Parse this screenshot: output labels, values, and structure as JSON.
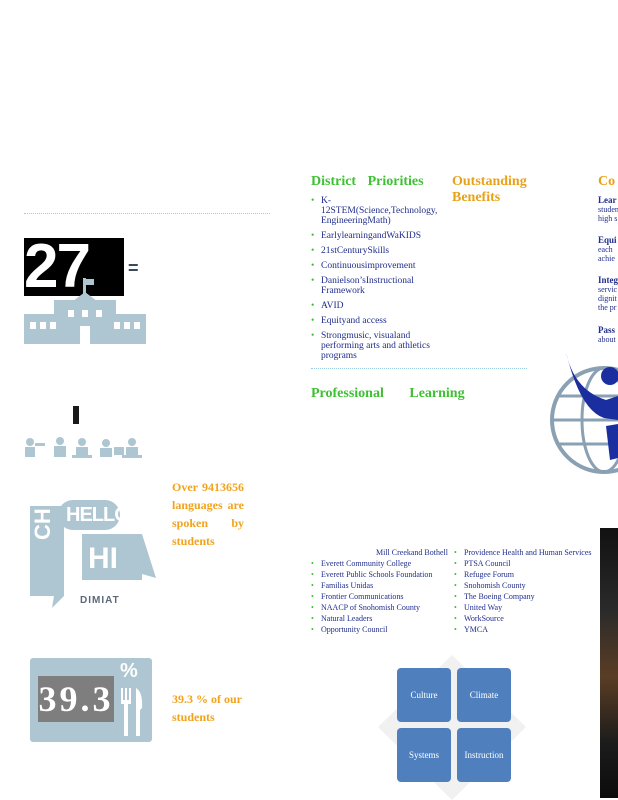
{
  "stats": {
    "schools_number": "27",
    "languages_text": "Over 9413656 languages are spoken by students",
    "meals_value": "39.3",
    "meals_percent_sign": "%",
    "meals_text": "39.3 % of our students"
  },
  "greeting_art": {
    "hello_text": "HELLO",
    "hi_text": "HI",
    "vertical_text": "CH",
    "bottom_text": "DIMIAT"
  },
  "priorities": {
    "title": "District Priorities",
    "items": [
      "K-12STEM(Science,Technology, EngineeringMath)",
      "EarlylearningandWaKIDS",
      "21stCenturySkills",
      "Continuousimprovement",
      "Danielson’sInstructional Framework",
      "AVID",
      "Equityand access",
      "Strongmusic, visualand performing arts and athletics programs"
    ]
  },
  "benefits": {
    "title": "Outstanding Benefits"
  },
  "professional_learning": {
    "title": "Professional Learning"
  },
  "cut_section": {
    "title": "Co",
    "items": [
      {
        "head": "Lear",
        "lines": [
          "studen",
          "high s"
        ]
      },
      {
        "head": "Equi",
        "lines": [
          "each",
          "achie"
        ]
      },
      {
        "head": "Integ",
        "lines": [
          "servic",
          "dignit",
          "the pr"
        ]
      },
      {
        "head": "Pass",
        "lines": [
          "about"
        ]
      }
    ]
  },
  "partners": {
    "heading_partial": "Mill Creekand Bothell",
    "col1": [
      "Everett Community College",
      "Everett Public Schools Foundation",
      "Familias Unidas",
      "Frontier Communications",
      "NAACP of Snohomish County",
      "Natural Leaders",
      "Opportunity Council"
    ],
    "col2": [
      "Providence Health and Human Services",
      "PTSA Council",
      "Refugee Forum",
      "Snohomish County",
      "The Boeing Company",
      "United Way",
      "WorkSource",
      "YMCA"
    ]
  },
  "quadrant": {
    "culture": "Culture",
    "climate": "Climate",
    "systems": "Systems",
    "instruction": "Instruction"
  },
  "colors": {
    "heading_green": "#3fbf33",
    "accent_orange": "#e8a21a",
    "text_navy": "#1f2d8c",
    "icon_grey_blue": "#adc6d2",
    "quad_blue": "#4f80bd"
  }
}
